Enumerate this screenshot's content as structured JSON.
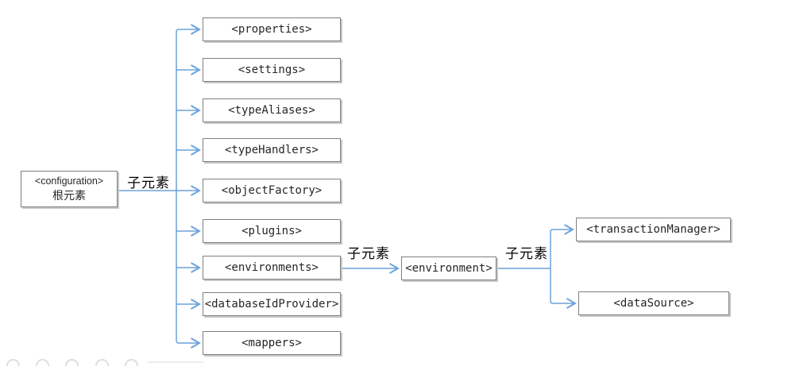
{
  "diagram": {
    "root_node": {
      "tag": "<configuration>",
      "subtitle": "根元素"
    },
    "edge_label": "子元素",
    "children": [
      "<properties>",
      "<settings>",
      "<typeAliases>",
      "<typeHandlers>",
      "<objectFactory>",
      "<plugins>",
      "<environments>",
      "<databaseIdProvider>",
      "<mappers>"
    ],
    "environments_child": "<environment>",
    "environment_children": [
      "<transactionManager>",
      "<dataSource>"
    ],
    "colors": {
      "arrow": "#6ca2dc",
      "box_border": "#7f7f7f",
      "box_shadow": "#c8c8c8",
      "text": "#262626"
    }
  }
}
